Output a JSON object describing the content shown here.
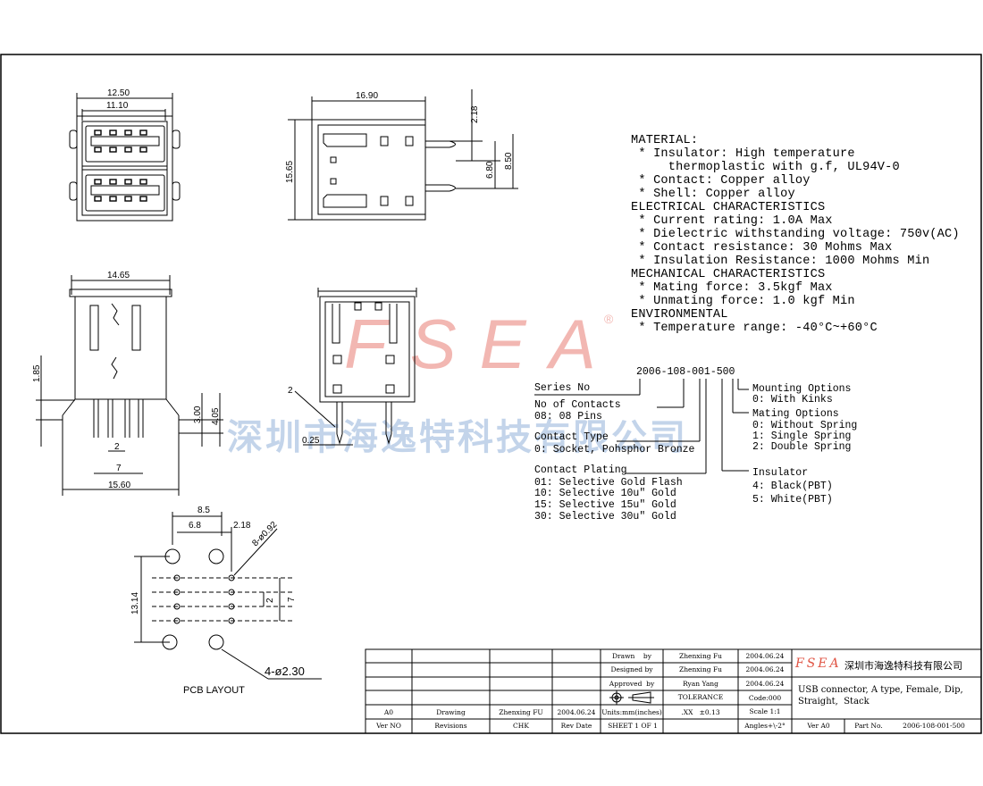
{
  "watermark": {
    "logo": "FSEA",
    "company": "深圳市海逸特科技有限公司",
    "registered": "®"
  },
  "views": {
    "front_top": {
      "overall_width": "12.50",
      "inner_width": "11.10"
    },
    "side_top": {
      "length": "16.90",
      "height": "15.65",
      "pin_offset": "2.18",
      "pin_span_inner": "6.80",
      "pin_span_outer": "8.50"
    },
    "front_bottom": {
      "overall_width": "14.65",
      "step_height": "1.85",
      "pitch": "2",
      "contact_span": "7",
      "base_width": "15.60",
      "leg_height": "3.00",
      "leg_total": "4.05"
    },
    "side_bottom": {
      "pin_label": "2",
      "tip_label": "0.25"
    },
    "pcb": {
      "title": "PCB LAYOUT",
      "d1": "8.5",
      "d2": "6.8",
      "d3": "2.18",
      "hole_small": "8-ø0.92",
      "height": "13.14",
      "pitch_small": "2",
      "pitch_large": "7",
      "hole_large": "4-ø2.30"
    }
  },
  "notes": [
    "MATERIAL:",
    " * Insulator: High temperature",
    "     thermoplastic with g.f, UL94V-0",
    " * Contact: Copper alloy",
    " * Shell: Copper alloy",
    "ELECTRICAL CHARACTERISTICS",
    " * Current rating: 1.0A Max",
    " * Dielectric withstanding voltage: 750v(AC)",
    " * Contact resistance: 30 Mohms Max",
    " * Insulation Resistance: 1000 Mohms Min",
    "MECHANICAL CHARACTERISTICS",
    " * Mating force: 3.5kgf Max",
    " * Unmating force: 1.0 kgf Min",
    "ENVIRONMENTAL",
    " * Temperature range: -40°C~+60°C"
  ],
  "part_number_code": {
    "code": "2006-108-001-500",
    "series": "Series No",
    "contacts_title": "No of Contacts",
    "contacts_value": "08: 08 Pins",
    "contact_type_title": "Contact Type",
    "contact_type_value": "0: Socket, Pohsphor Bronze",
    "plating_title": "Contact Plating",
    "plating_options": [
      "01: Selective Gold Flash",
      "10: Selective 10u\" Gold",
      "15: Selective 15u\" Gold",
      "30: Selective 30u\" Gold"
    ],
    "mounting_title": "Mounting Options",
    "mounting_value": "0: With Kinks",
    "mating_title": "Mating Options",
    "mating_options": [
      "0: Without Spring",
      "1: Single Spring",
      "2: Double Spring"
    ],
    "insulator_title": "Insulator",
    "insulator_options": [
      "4: Black(PBT)",
      "5: White(PBT)"
    ]
  },
  "title_block": {
    "drawn_label": "Drawn    by",
    "drawn_name": "Zhenxing Fu",
    "drawn_date": "2004.06.24",
    "designed_label": "Designed by",
    "designed_name": "Zhenxing Fu",
    "designed_date": "2004.06.24",
    "approved_label": "Approved  by",
    "approved_name": "Ryan Yang",
    "approved_date": "2004.06.24",
    "tolerance_label": "TOLERANCE",
    "code_label": "Code:000",
    "units_label": "Units:mm(inches)",
    "tolerance_value": ".XX   ±0.13",
    "scale_label": "Scale 1:1",
    "angles_label": "Angles+\\-2°",
    "sheet_label": "SHEET 1 OF 1",
    "rev_row": [
      "A0",
      "Drawing",
      "Zhenxing FU",
      "2004.06.24"
    ],
    "header_row": [
      "Ver NO",
      "Revisions",
      "CHK",
      "Rev Date"
    ],
    "company_logo": "FSEA",
    "company_name": "深圳市海逸特科技有限公司",
    "description": "USB connector, A type, Female, Dip,\nStraight,  Stack",
    "ver_label": "Ver A0",
    "part_label": "Part No.",
    "part_value": "2006-108-001-500"
  }
}
